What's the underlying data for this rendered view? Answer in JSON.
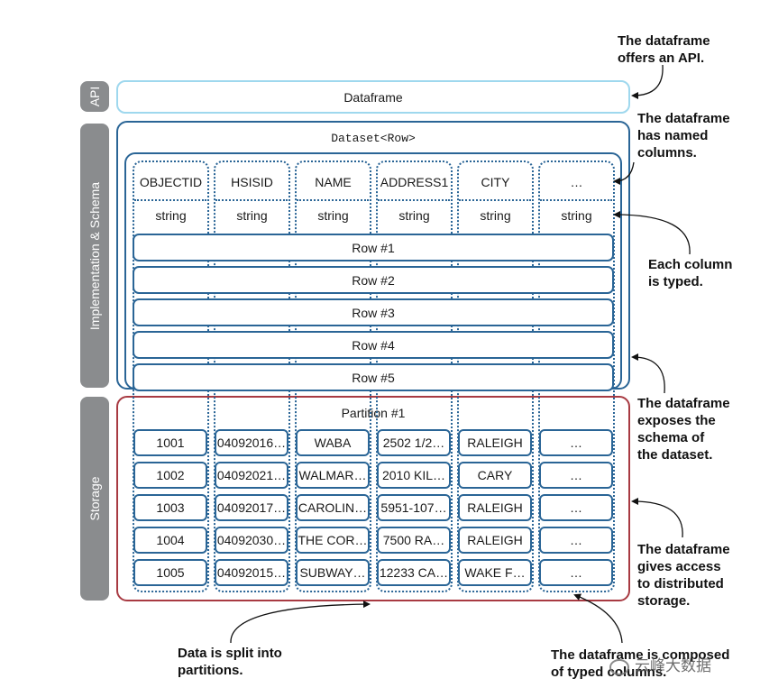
{
  "layers": {
    "api": "API",
    "implementation": "Implementation & Schema",
    "storage": "Storage"
  },
  "dataframe_label": "Dataframe",
  "dataset_label": "Dataset<Row>",
  "columns": [
    {
      "name": "OBJECTID",
      "type": "string"
    },
    {
      "name": "HSISID",
      "type": "string"
    },
    {
      "name": "NAME",
      "type": "string"
    },
    {
      "name": "ADDRESS1",
      "type": "string"
    },
    {
      "name": "CITY",
      "type": "string"
    },
    {
      "name": "…",
      "type": "string"
    }
  ],
  "rows": [
    "Row #1",
    "Row #2",
    "Row #3",
    "Row #4",
    "Row #5"
  ],
  "partition_label": "Partition #1",
  "partition_rows": [
    [
      "1001",
      "04092016…",
      "WABA",
      "2502 1/2…",
      "RALEIGH",
      "…"
    ],
    [
      "1002",
      "04092021…",
      "WALMAR…",
      "2010 KIL…",
      "CARY",
      "…"
    ],
    [
      "1003",
      "04092017…",
      "CAROLIN…",
      "5951-107…",
      "RALEIGH",
      "…"
    ],
    [
      "1004",
      "04092030…",
      "THE COR…",
      "7500 RA…",
      "RALEIGH",
      "…"
    ],
    [
      "1005",
      "04092015…",
      "SUBWAY…",
      "12233 CA…",
      "WAKE F…",
      "…"
    ]
  ],
  "annotations": {
    "api": [
      "The dataframe",
      "offers an API."
    ],
    "named_columns": [
      "The dataframe",
      "has named",
      "columns."
    ],
    "typed": [
      "Each column",
      "is typed."
    ],
    "schema": [
      "The dataframe",
      "exposes the",
      "schema of",
      "the dataset."
    ],
    "storage": [
      "The dataframe",
      "gives access",
      "to distributed",
      "storage."
    ],
    "partitions": [
      "Data is split into",
      "partitions."
    ],
    "composed": [
      "The dataframe is composed",
      "of typed columns."
    ]
  },
  "watermark": "云峰大数据",
  "colors": {
    "layer_tab": "#8a8c8e",
    "api_border": "#9fd8ee",
    "schema_blue": "#2a6596",
    "storage_red": "#a83a42",
    "arrow": "#111111"
  }
}
